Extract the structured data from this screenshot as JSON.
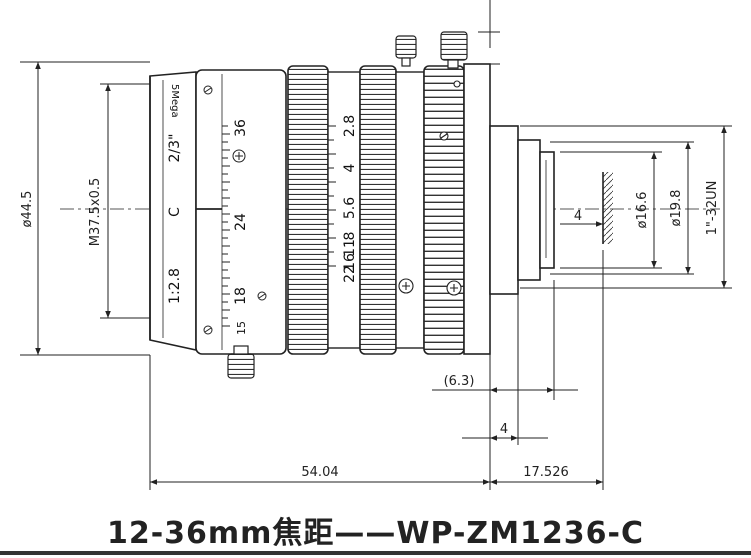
{
  "title": "12-36mm焦距——WP-ZM1236-C",
  "dimensions": {
    "outer_diameter": "ø44.5",
    "filter_thread": "M37.5x0.5",
    "mount_d1": "ø16.6",
    "mount_d2": "ø19.8",
    "mount_thread": "1\"-32UN",
    "flange_gap": "4",
    "back_offset": "(6.3)",
    "mount_depth": "4",
    "body_length": "54.04",
    "flange_focal": "17.526"
  },
  "lens_markings": {
    "megapixel": "5Mega",
    "sensor_format": "2/3\"",
    "close_label": "C",
    "max_aperture": "1:2.8",
    "focal_scale": [
      "36",
      "24",
      "18",
      "15"
    ],
    "aperture_scale": [
      "2.8",
      "4",
      "5.6",
      "8",
      "11",
      "16",
      "22"
    ]
  }
}
